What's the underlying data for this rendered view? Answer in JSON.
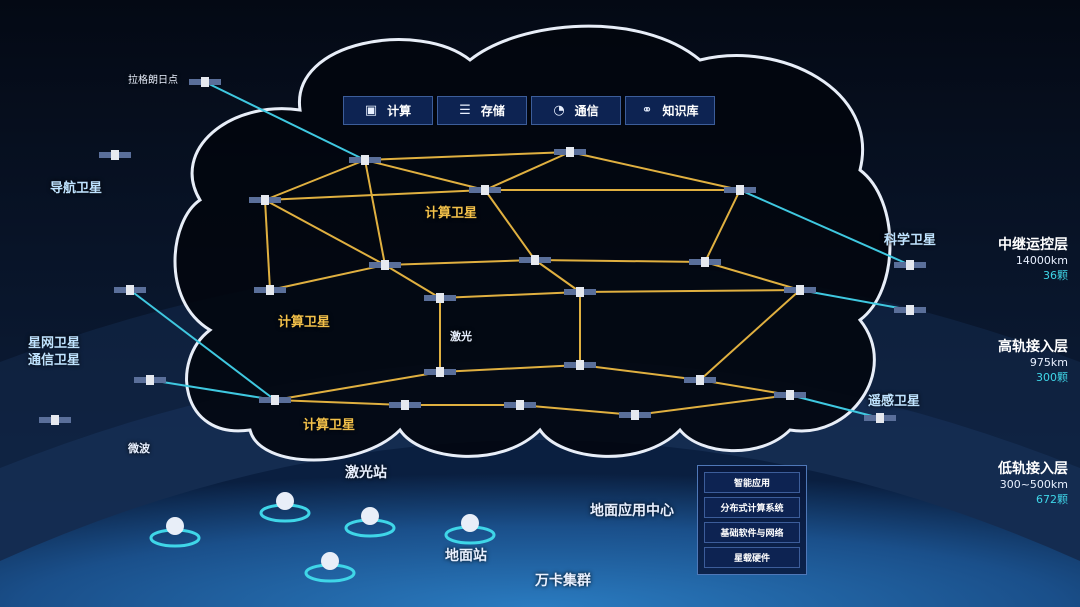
{
  "toolbar": {
    "tabs": [
      {
        "label": "计算",
        "icon": "chip-icon"
      },
      {
        "label": "存储",
        "icon": "storage-icon"
      },
      {
        "label": "通信",
        "icon": "dish-icon"
      },
      {
        "label": "知识库",
        "icon": "graph-icon"
      }
    ]
  },
  "labels": {
    "lagrange": "拉格朗日点",
    "navigation": "导航卫星",
    "compute1": "计算卫星",
    "compute2": "计算卫星",
    "compute3": "计算卫星",
    "science": "科学卫星",
    "starnet": "星网卫星",
    "comm": "通信卫星",
    "laser": "激光",
    "microwave": "微波",
    "remote": "遥感卫星",
    "laser_station": "激光站",
    "ground_center": "地面应用中心",
    "ground_station": "地面站",
    "cluster": "万卡集群"
  },
  "layers": [
    {
      "name": "中继运控层",
      "altitude": "14000km",
      "count": "36颗"
    },
    {
      "name": "高轨接入层",
      "altitude": "975km",
      "count": "300颗"
    },
    {
      "name": "低轨接入层",
      "altitude": "300~500km",
      "count": "672颗"
    }
  ],
  "stack": [
    "智能应用",
    "分布式计算系统",
    "基础软件与网络",
    "星载硬件"
  ],
  "colors": {
    "link": "#e0b040",
    "beam": "#3fc8e0",
    "accent": "#3fd6e8"
  }
}
